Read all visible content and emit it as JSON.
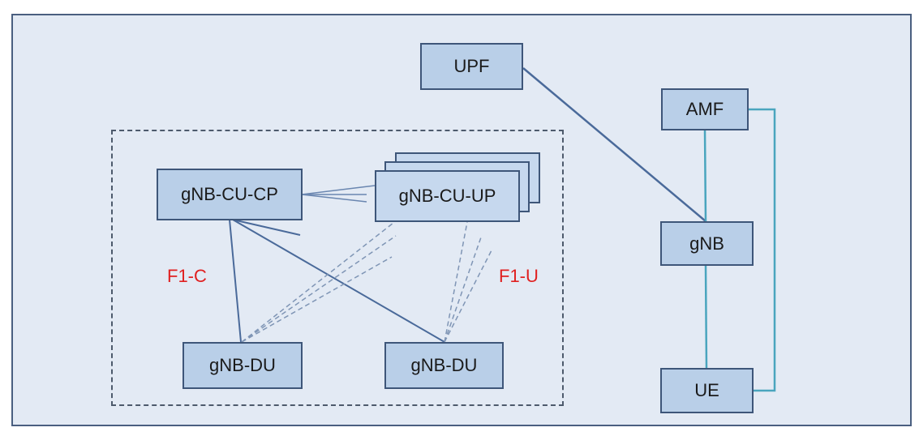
{
  "diagram": {
    "nodes": {
      "upf": "UPF",
      "amf": "AMF",
      "gnb": "gNB",
      "ue": "UE",
      "cu_cp": "gNB-CU-CP",
      "cu_up": "gNB-CU-UP",
      "du_left": "gNB-DU",
      "du_right": "gNB-DU"
    },
    "labels": {
      "f1c": "F1-C",
      "f1u": "F1-U"
    },
    "colors": {
      "node_fill": "#b9cfe8",
      "node_border": "#3e5679",
      "control_link": "#4a6a9a",
      "user_link_dashed": "#7f95b5",
      "core_link": "#4aa5be",
      "label_red": "#e02020"
    }
  }
}
